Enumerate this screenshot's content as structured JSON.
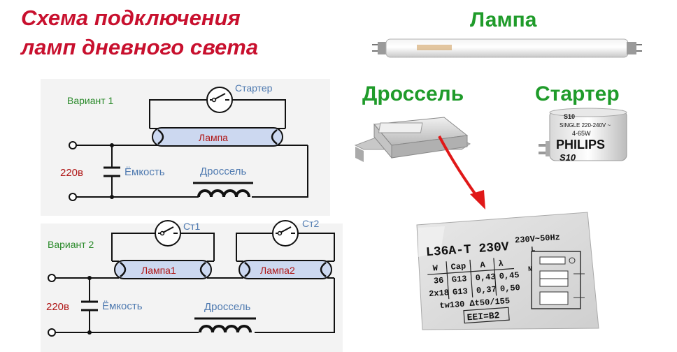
{
  "title": {
    "line1": "Схема подключения",
    "line2": "ламп дневного света"
  },
  "photo_labels": {
    "lamp": "Лампа",
    "choke": "Дроссель",
    "starter": "Стартер"
  },
  "variant1": {
    "label": "Вариант 1",
    "starter": "Стартер",
    "lamp": "Лампа",
    "voltage": "220в",
    "capacitor": "Ёмкость",
    "choke": "Дроссель"
  },
  "variant2": {
    "label": "Вариант 2",
    "starter1": "Ст1",
    "starter2": "Ст2",
    "lamp1": "Лампа1",
    "lamp2": "Лампа2",
    "voltage": "220в",
    "capacitor": "Ёмкость",
    "choke": "Дроссель"
  },
  "starter_photo": {
    "spec": "SINGLE 220-240V ~",
    "power": "4-65W",
    "brand": "PHILIPS",
    "model": "S10",
    "model_top": "S10"
  },
  "choke_label": {
    "model": "L36A-T 230V",
    "supply": "230V~50Hz",
    "col_w": "W",
    "col_cap": "Cap",
    "col_a": "A",
    "col_lambda": "λ",
    "row1_w": "36",
    "row1_cap": "G13",
    "row1_a": "0,43",
    "row1_l": "0,45",
    "row2_w": "2x18",
    "row2_cap": "G13",
    "row2_a": "0,37",
    "row2_l": "0,50",
    "temp": "tw130 Δt50/155",
    "eei": "EEI=B2",
    "term_l": "L",
    "term_n": "N"
  },
  "colors": {
    "title": "#c8102e",
    "green": "#1f9b2a",
    "circuit_green": "#2a8a2a",
    "circuit_red": "#b01818",
    "circuit_blue": "#4f7ab0",
    "lamp_fill": "#ccd8f0",
    "arrow": "#e01818"
  }
}
